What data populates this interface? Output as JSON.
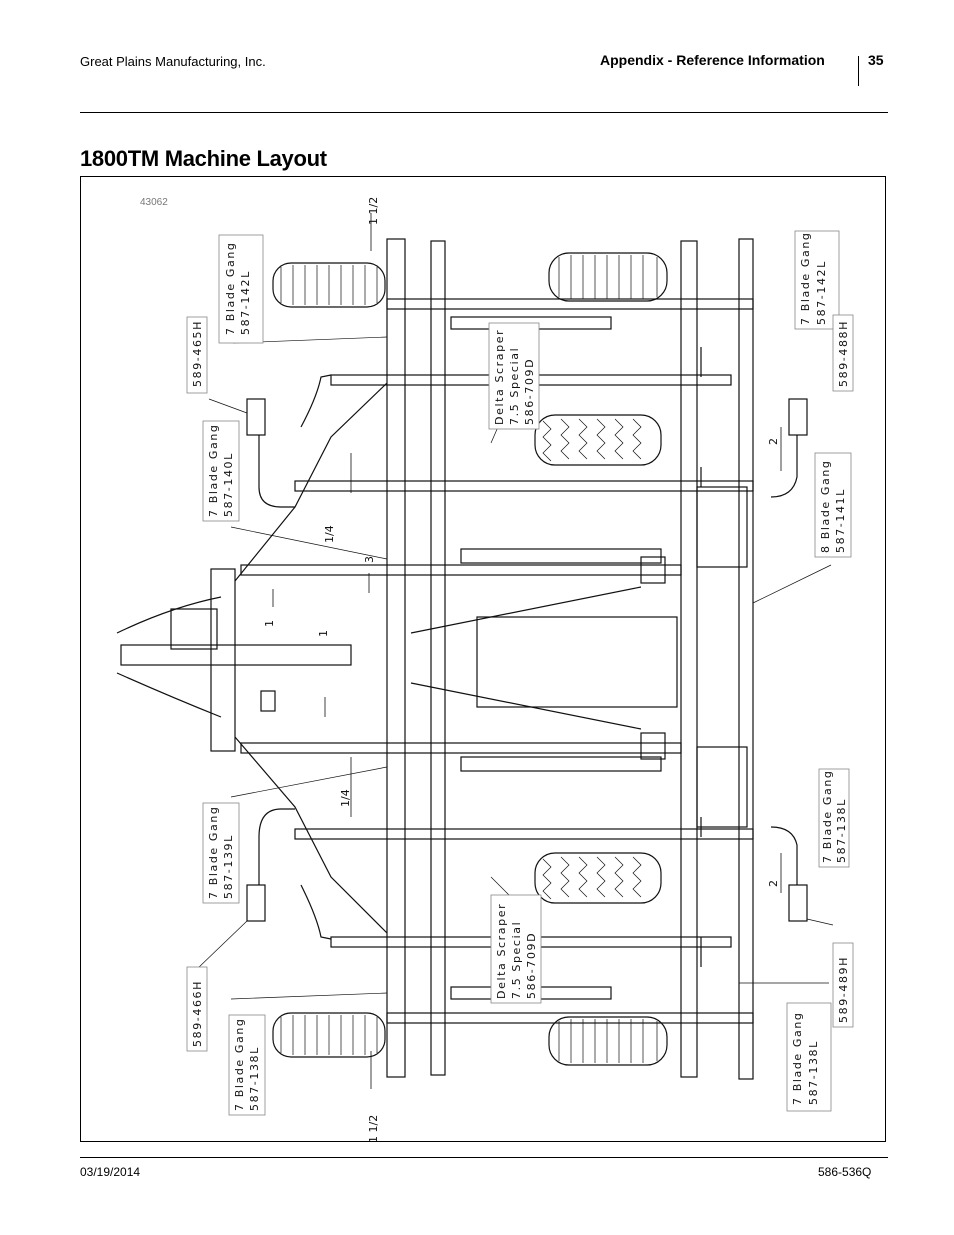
{
  "header": {
    "company": "Great Plains Manufacturing, Inc.",
    "section": "Appendix - Reference Information",
    "page_number": "35"
  },
  "title": "1800TM Machine Layout",
  "figure": {
    "id": "43062",
    "callouts": {
      "gang_top_left": [
        "7 Blade Gang",
        "587-142L"
      ],
      "gang_top_right": [
        "7 Blade Gang",
        "587-142L"
      ],
      "gang_mid_left_upper": [
        "7 Blade Gang",
        "587-140L"
      ],
      "gang_mid_right_upper": [
        "8 Blade Gang",
        "587-141L"
      ],
      "gang_mid_left_lower": [
        "7 Blade Gang",
        "587-139L"
      ],
      "gang_mid_right_lower": [
        "7 Blade Gang",
        "587-138L"
      ],
      "gang_bot_left": [
        "7 Blade Gang",
        "587-138L"
      ],
      "gang_bot_right": [
        "7 Blade Gang",
        "587-138L"
      ],
      "scraper_upper": [
        "Delta Scraper",
        "7.5 Special",
        "586-709D"
      ],
      "scraper_lower": [
        "Delta Scraper",
        "7.5 Special",
        "586-709D"
      ],
      "hub_465": "589-465H",
      "hub_488": "589-488H",
      "hub_466": "589-466H",
      "hub_489": "589-489H"
    },
    "dimensions": {
      "top": "1 1/2",
      "bottom": "1 1/2",
      "quarter_upper": "1/4",
      "quarter_lower": "1/4",
      "one_a": "1",
      "one_b": "1",
      "two_upper": "2",
      "two_lower": "2",
      "three": "3"
    }
  },
  "footer": {
    "date": "03/19/2014",
    "doc_number": "586-536Q"
  }
}
